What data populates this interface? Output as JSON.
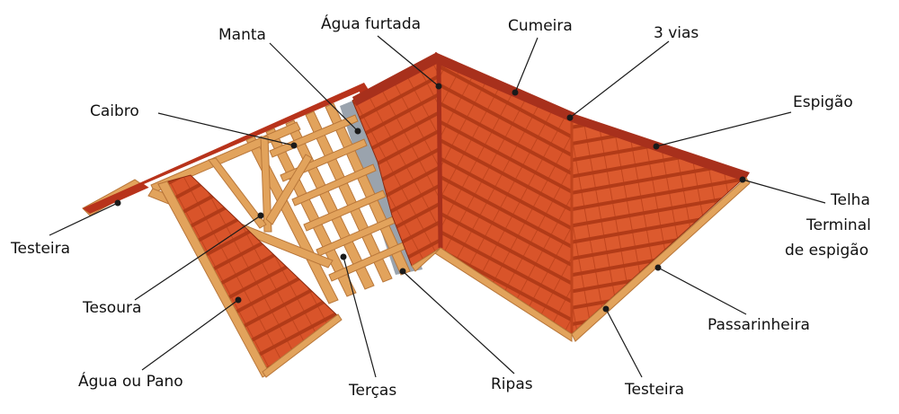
{
  "colors": {
    "tile": "#d9542a",
    "tile_dark": "#b23b18",
    "tile_line": "#8c2a10",
    "ridge": "#a8301c",
    "wood": "#e2a35c",
    "wood_dark": "#b9773a",
    "membrane": "#9aa3ad",
    "label": "#111111",
    "leader": "#1a1a1a"
  },
  "labels": {
    "manta": "Manta",
    "agua_furtada": "Água furtada",
    "cumeira": "Cumeira",
    "tres_vias": "3 vias",
    "caibro": "Caibro",
    "espigao": "Espigão",
    "testeira_left": "Testeira",
    "telha_terminal": [
      "Telha",
      "Terminal",
      "de espigão"
    ],
    "tesoura": "Tesoura",
    "passarinheira": "Passarinheira",
    "agua_ou_pano": "Água ou Pano",
    "tercas": "Terças",
    "ripas": "Ripas",
    "testeira_bottom": "Testeira"
  }
}
